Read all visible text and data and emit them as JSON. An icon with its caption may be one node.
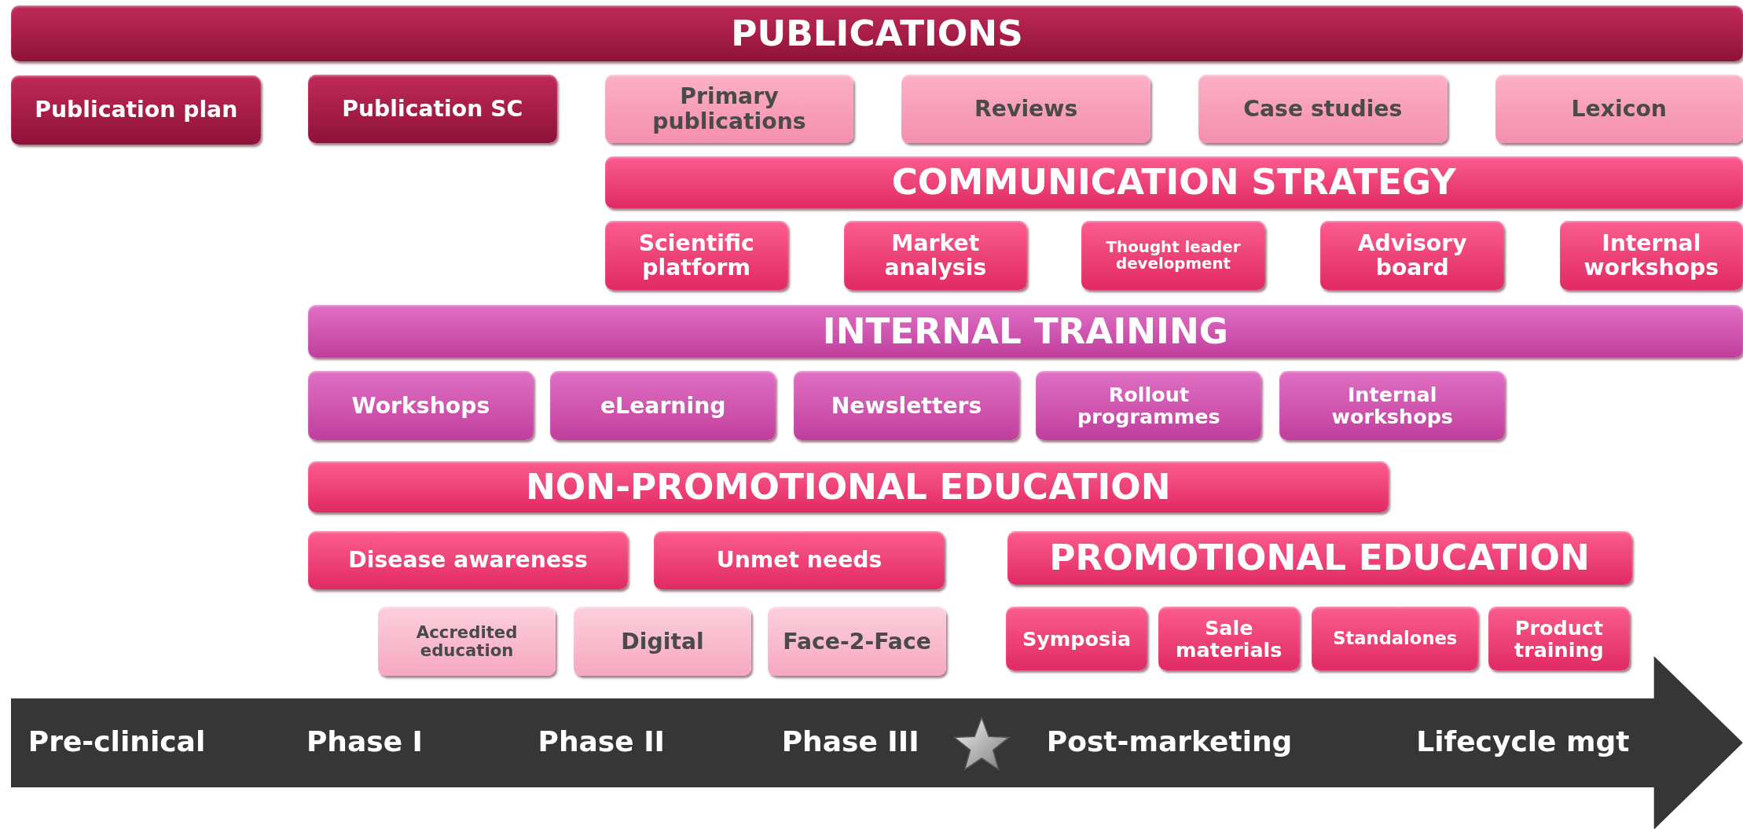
{
  "diagram": {
    "nodes": [
      {
        "text": [
          "PUBLICATIONS"
        ]
      },
      {
        "text": [
          "Publication plan"
        ]
      },
      {
        "text": [
          "Publication SC"
        ]
      },
      {
        "text": [
          "Primary publications"
        ]
      },
      {
        "text": [
          "Reviews"
        ]
      },
      {
        "text": [
          "Case studies"
        ]
      },
      {
        "text": [
          "Lexicon"
        ]
      },
      {
        "text": [
          "COMMUNICATION STRATEGY"
        ]
      },
      {
        "text": [
          "Scientific platform"
        ]
      },
      {
        "text": [
          "Market analysis"
        ]
      },
      {
        "text": [
          "Thought leader development"
        ]
      },
      {
        "text": [
          "Advisory board"
        ]
      },
      {
        "text": [
          "Internal workshops"
        ]
      },
      {
        "text": [
          "INTERNAL TRAINING"
        ]
      },
      {
        "text": [
          "Workshops"
        ]
      },
      {
        "text": [
          "eLearning"
        ]
      },
      {
        "text": [
          "Newsletters"
        ]
      },
      {
        "text": [
          "Rollout programmes"
        ]
      },
      {
        "text": [
          "Internal workshops"
        ]
      },
      {
        "text": [
          "NON-PROMOTIONAL EDUCATION"
        ]
      },
      {
        "text": [
          "Disease awareness"
        ]
      },
      {
        "text": [
          "Unmet needs"
        ]
      },
      {
        "text": [
          "PROMOTIONAL EDUCATION"
        ]
      },
      {
        "text": [
          "Accredited education"
        ]
      },
      {
        "text": [
          "Digital"
        ]
      },
      {
        "text": [
          "Face-2-Face"
        ]
      },
      {
        "text": [
          "Symposia"
        ]
      },
      {
        "text": [
          "Sale materials"
        ]
      },
      {
        "text": [
          "Standalones"
        ]
      },
      {
        "text": [
          "Product training"
        ]
      },
      {
        "text": [
          "Pre-clinical",
          "Phase I",
          "Phase II",
          "Phase III",
          "Post-marketing",
          "Lifecycle mgt"
        ]
      }
    ]
  }
}
